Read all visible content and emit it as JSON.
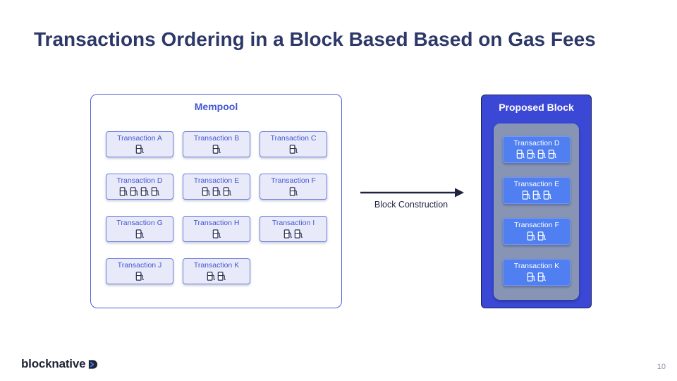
{
  "title": "Transactions Ordering in a Block Based Based on Gas Fees",
  "mempool": {
    "title": "Mempool",
    "transactions": [
      {
        "label": "Transaction A",
        "gas_icons": 1
      },
      {
        "label": "Transaction B",
        "gas_icons": 1
      },
      {
        "label": "Transaction C",
        "gas_icons": 1
      },
      {
        "label": "Transaction D",
        "gas_icons": 4
      },
      {
        "label": "Transaction E",
        "gas_icons": 3
      },
      {
        "label": "Transaction F",
        "gas_icons": 1
      },
      {
        "label": "Transaction G",
        "gas_icons": 1
      },
      {
        "label": "Transaction H",
        "gas_icons": 1
      },
      {
        "label": "Transaction I",
        "gas_icons": 2
      },
      {
        "label": "Transaction J",
        "gas_icons": 1
      },
      {
        "label": "Transaction K",
        "gas_icons": 2
      }
    ]
  },
  "arrow": {
    "label": "Block Construction"
  },
  "proposed_block": {
    "title": "Proposed Block",
    "transactions": [
      {
        "label": "Transaction D",
        "gas_icons": 4
      },
      {
        "label": "Transaction E",
        "gas_icons": 3
      },
      {
        "label": "Transaction F",
        "gas_icons": 2
      },
      {
        "label": "Transaction K",
        "gas_icons": 2
      }
    ]
  },
  "footer": {
    "logo_text": "blocknative",
    "page_number": "10"
  },
  "icons": {
    "gas": "gas-pump-icon",
    "logo": "blocknative-logo-icon"
  },
  "colors": {
    "title": "#2d3868",
    "accent": "#4357d1",
    "mempool_tx_fill": "#e8eaf9",
    "block_fill": "#3b48d6",
    "block_tx_fill": "#4f7ff0",
    "block_inner": "#8894b4"
  }
}
